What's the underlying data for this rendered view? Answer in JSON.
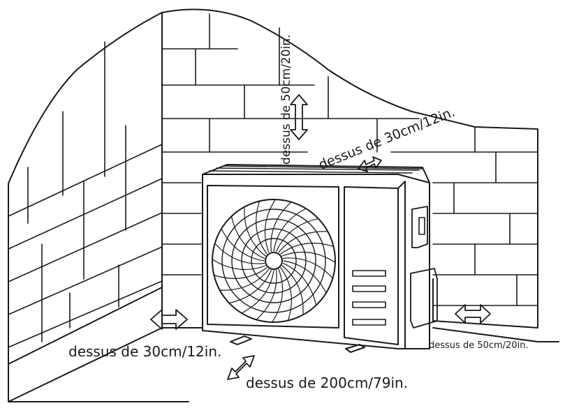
{
  "labels": {
    "top": "dessus de 50cm/20in.",
    "back": "dessus de 30cm/12in.",
    "left": "dessus de 30cm/12in.",
    "front": "dessus de 200cm/79in.",
    "right": "dessus de 50cm/20in."
  },
  "colors": {
    "line": "#1a1a1a",
    "background": "#ffffff"
  },
  "icons": {
    "clearance_arrow": "double-arrow-icon",
    "fan": "fan-icon"
  }
}
